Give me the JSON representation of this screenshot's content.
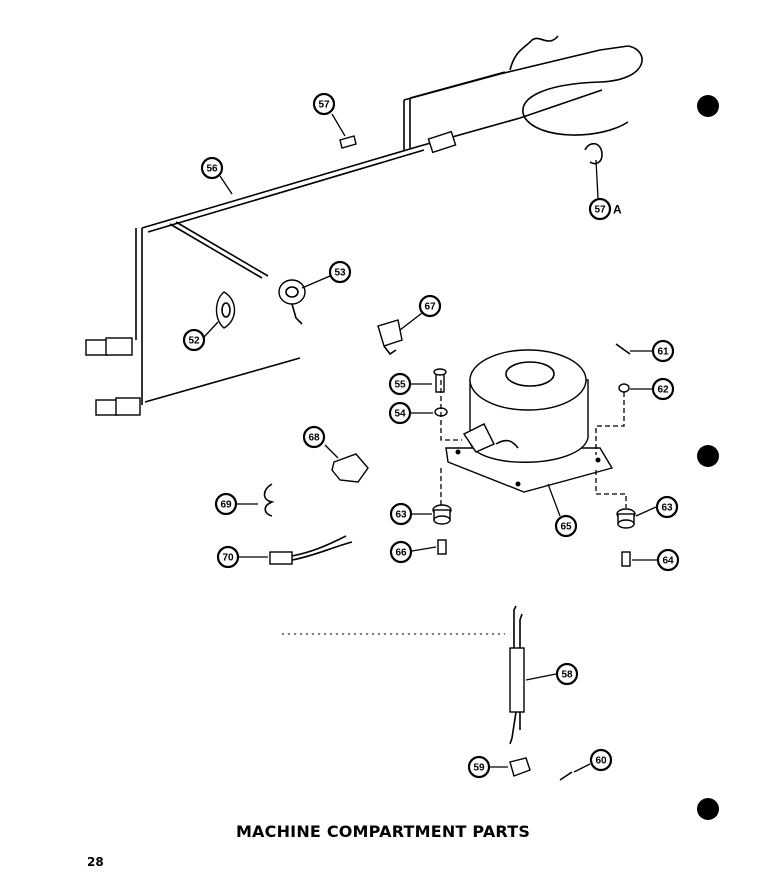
{
  "title": "MACHINE COMPARTMENT PARTS",
  "page_number": "28",
  "callouts": [
    {
      "id": "c57",
      "label": "57",
      "suffix": ""
    },
    {
      "id": "c56",
      "label": "56",
      "suffix": ""
    },
    {
      "id": "c57a",
      "label": "57",
      "suffix": "A"
    },
    {
      "id": "c53",
      "label": "53",
      "suffix": ""
    },
    {
      "id": "c52",
      "label": "52",
      "suffix": ""
    },
    {
      "id": "c67",
      "label": "67",
      "suffix": ""
    },
    {
      "id": "c61",
      "label": "61",
      "suffix": ""
    },
    {
      "id": "c55",
      "label": "55",
      "suffix": ""
    },
    {
      "id": "c62",
      "label": "62",
      "suffix": ""
    },
    {
      "id": "c54",
      "label": "54",
      "suffix": ""
    },
    {
      "id": "c68",
      "label": "68",
      "suffix": ""
    },
    {
      "id": "c69",
      "label": "69",
      "suffix": ""
    },
    {
      "id": "c63a",
      "label": "63",
      "suffix": ""
    },
    {
      "id": "c65",
      "label": "65",
      "suffix": ""
    },
    {
      "id": "c63b",
      "label": "63",
      "suffix": ""
    },
    {
      "id": "c70",
      "label": "70",
      "suffix": ""
    },
    {
      "id": "c66",
      "label": "66",
      "suffix": ""
    },
    {
      "id": "c64",
      "label": "64",
      "suffix": ""
    },
    {
      "id": "c58",
      "label": "58",
      "suffix": ""
    },
    {
      "id": "c59",
      "label": "59",
      "suffix": ""
    },
    {
      "id": "c60",
      "label": "60",
      "suffix": ""
    }
  ]
}
